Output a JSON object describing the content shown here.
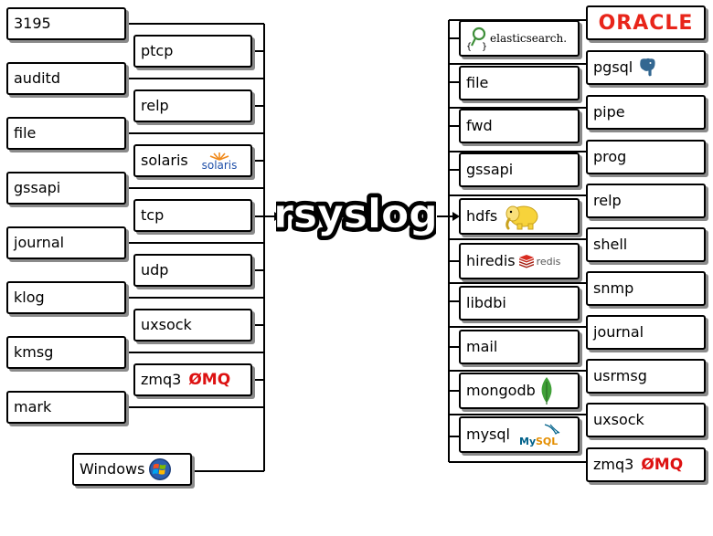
{
  "title": "rsyslog",
  "inputs": [
    "3195",
    "ptcp",
    "auditd",
    "relp",
    "file",
    "solaris",
    "gssapi",
    "tcp",
    "journal",
    "udp",
    "klog",
    "uxsock",
    "kmsg",
    "zmq3",
    "mark",
    "Windows"
  ],
  "outputs": [
    "elasticsearch.",
    "file",
    "fwd",
    "gssapi",
    "hdfs",
    "hiredis",
    "libdbi",
    "mail",
    "mongodb",
    "mysql",
    "ORACLE",
    "pgsql",
    "pipe",
    "prog",
    "relp",
    "shell",
    "snmp",
    "journal",
    "usrmsg",
    "uxsock",
    "zmq3"
  ],
  "logos": {
    "solaris": "solaris",
    "zmq": "ØMQ",
    "redis": "redis",
    "mysql": "MySQL",
    "oracle": "ORACLE"
  },
  "colors": {
    "zmq_red": "#dd1111",
    "oracle_red": "#e8251a",
    "solaris_blue": "#1f4fa8",
    "solaris_orange": "#f08a1c",
    "redis_red": "#d82c20",
    "mongodb_green": "#3fa037",
    "hdfs_yellow": "#f7d33b",
    "pgsql_blue": "#336791",
    "mysql_blue": "#00618a",
    "mysql_orange": "#e48e00"
  }
}
